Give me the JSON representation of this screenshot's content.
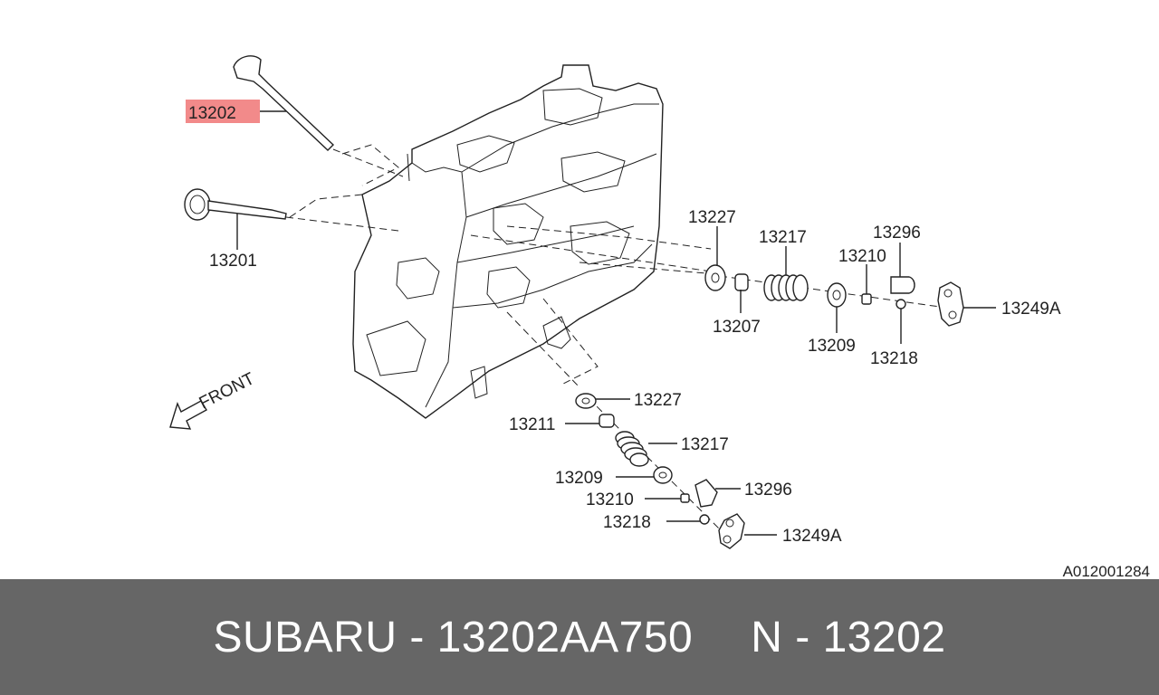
{
  "diagram": {
    "highlight_color": "#f28a8a",
    "labels": {
      "p13202": "13202",
      "p13201": "13201",
      "p13227_a": "13227",
      "p13217_a": "13217",
      "p13296_a": "13296",
      "p13210_a": "13210",
      "p13249a_a": "13249A",
      "p13207": "13207",
      "p13209_a": "13209",
      "p13218_a": "13218",
      "p13227_b": "13227",
      "p13211": "13211",
      "p13217_b": "13217",
      "p13209_b": "13209",
      "p13296_b": "13296",
      "p13210_b": "13210",
      "p13218_b": "13218",
      "p13249a_b": "13249A"
    },
    "front_label": "FRONT",
    "reference_code": "A012001284"
  },
  "footer": {
    "brand_part": "SUBARU - 13202AA750",
    "number": "N - 13202",
    "background": "#666666"
  }
}
